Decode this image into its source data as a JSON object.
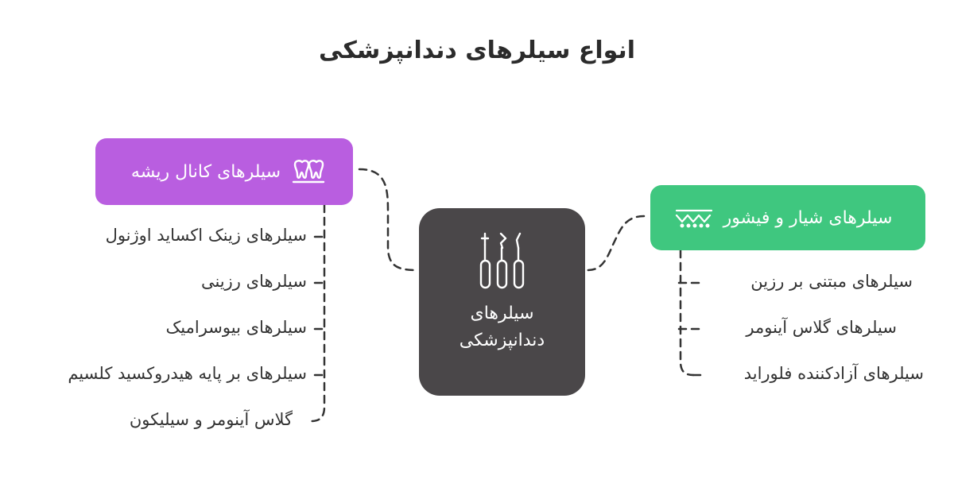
{
  "title": "انواع سیلرهای دندانپزشکی",
  "center": {
    "label_line1": "سیلرهای",
    "label_line2": "دندانپزشکی",
    "icon": "dental-tools-icon"
  },
  "left_branch": {
    "label": "سیلرهای کانال ریشه",
    "icon": "tooth-icon",
    "color": "#b95ee0",
    "items": [
      "سیلرهای زینک اکساید اوژنول",
      "سیلرهای رزینی",
      "سیلرهای بیوسرامیک",
      "سیلرهای بر پایه هیدروکسید کلسیم",
      "گلاس آینومر و سیلیکون"
    ]
  },
  "right_branch": {
    "label": "سیلرهای شیار و فیشور",
    "icon": "fissure-icon",
    "color": "#3fc77f",
    "items": [
      "سیلرهای مبتنی بر رزین",
      "سیلرهای گلاس آینومر",
      "سیلرهای آزادکننده فلوراید"
    ]
  }
}
